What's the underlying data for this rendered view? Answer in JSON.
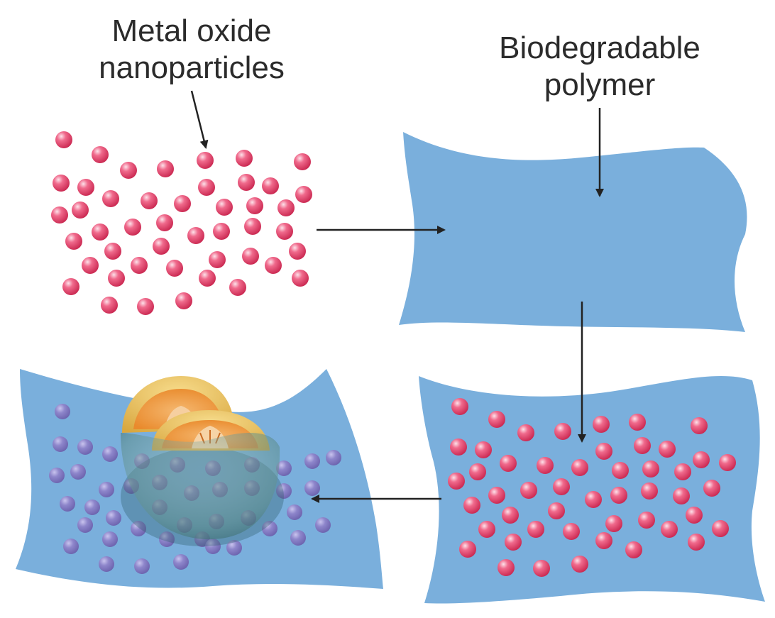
{
  "labels": {
    "nanoparticles_line1": "Metal oxide",
    "nanoparticles_line2": "nanoparticles",
    "polymer_line1": "Biodegradable",
    "polymer_line2": "polymer"
  },
  "colors": {
    "background": "#ffffff",
    "polymer_sheet": "#7aafdc",
    "nanoparticle": "#e8416a",
    "nanoparticle_highlight": "#fbd3de",
    "coated_particle": "#8a82c8",
    "arrow": "#222222",
    "text": "#2b2b2b",
    "melon_rind": "#f0c766",
    "melon_flesh": "#f2a04a"
  },
  "steps": [
    {
      "id": "nanoparticles",
      "description_icon": "nanoparticle-cluster"
    },
    {
      "id": "polymer",
      "description_icon": "polymer-sheet"
    },
    {
      "id": "nanocomposite",
      "description_icon": "polymer-sheet-with-nanoparticles"
    },
    {
      "id": "packaging",
      "description_icon": "melon-on-nanocomposite-film"
    }
  ]
}
